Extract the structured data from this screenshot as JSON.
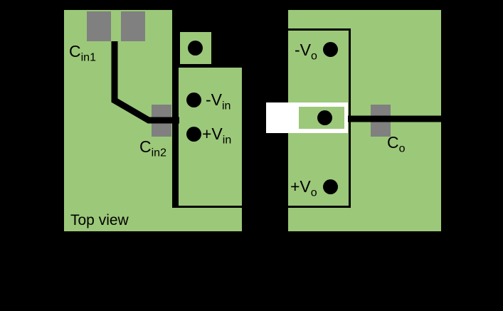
{
  "figure": {
    "caption": "Top view",
    "colors": {
      "background": "#000000",
      "board_green": "#9cc87a",
      "pad_gray": "#808080",
      "trace_black": "#000000",
      "highlight_white": "#ffffff"
    },
    "labels": {
      "cin1": {
        "main": "C",
        "sub": "in1"
      },
      "cin2": {
        "main": "C",
        "sub": "in2"
      },
      "co": {
        "main": "C",
        "sub": "o"
      },
      "neg_vin": {
        "main": "-V",
        "sub": "in"
      },
      "pos_vin": {
        "main": "+V",
        "sub": "in"
      },
      "neg_vo": {
        "main": "-V",
        "sub": "o"
      },
      "pos_vo": {
        "main": "+V",
        "sub": "o"
      }
    }
  }
}
